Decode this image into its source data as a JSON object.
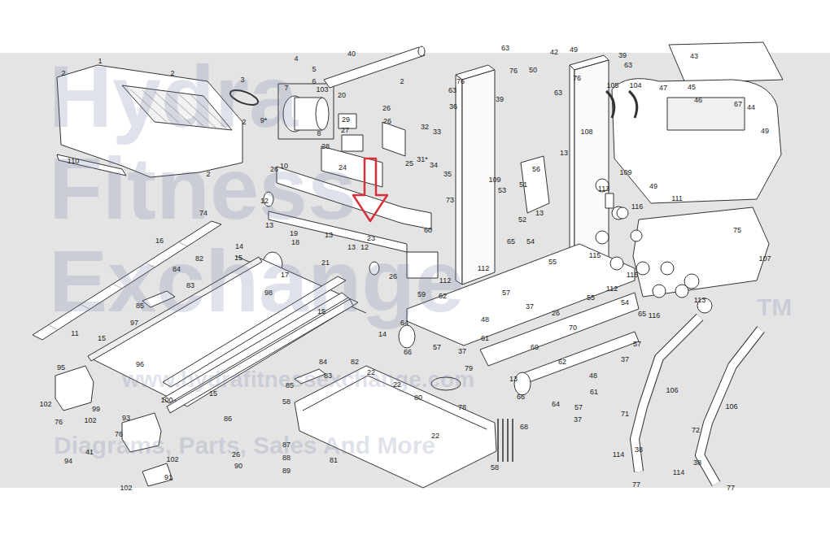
{
  "diagram": {
    "labels": [
      "1",
      "2",
      "2",
      "2",
      "2",
      "110",
      "3",
      "4",
      "5",
      "6",
      "103",
      "7",
      "8",
      "9*",
      "40",
      "2",
      "20",
      "26",
      "29",
      "26",
      "27",
      "28",
      "32",
      "33",
      "31*",
      "34",
      "35",
      "63",
      "76",
      "36",
      "39",
      "63",
      "76",
      "50",
      "42",
      "49",
      "76",
      "63",
      "39",
      "63",
      "25",
      "24",
      "23",
      "12",
      "10",
      "26",
      "12",
      "13",
      "19",
      "18",
      "13",
      "13",
      "60",
      "21",
      "26",
      "59",
      "14",
      "15",
      "17",
      "16",
      "74",
      "84",
      "82",
      "83",
      "85",
      "98",
      "15",
      "14",
      "11",
      "97",
      "15",
      "96",
      "15",
      "84",
      "82",
      "83",
      "85",
      "22",
      "22",
      "58",
      "80",
      "79",
      "78",
      "22",
      "81",
      "58",
      "68",
      "100",
      "86",
      "95",
      "102",
      "99",
      "76",
      "102",
      "93",
      "76",
      "102",
      "94",
      "41",
      "91",
      "102",
      "26",
      "90",
      "87",
      "88",
      "89",
      "73",
      "109",
      "53",
      "112",
      "112",
      "62",
      "57",
      "37",
      "65",
      "54",
      "55",
      "64",
      "66",
      "48",
      "57",
      "37",
      "61",
      "69",
      "108",
      "109",
      "56",
      "51",
      "52",
      "13",
      "13",
      "112",
      "55",
      "26",
      "70",
      "62",
      "13",
      "66",
      "48",
      "61",
      "64",
      "57",
      "37",
      "57",
      "37",
      "43",
      "45",
      "47",
      "46",
      "67",
      "44",
      "49",
      "105",
      "104",
      "113",
      "116",
      "115",
      "115",
      "116",
      "113",
      "107",
      "75",
      "49",
      "111",
      "65",
      "54",
      "106",
      "106",
      "71",
      "72",
      "114",
      "38",
      "77",
      "114",
      "38",
      "77",
      "Hydra Fitness Exchange",
      "TM",
      "www.hydrafitnessexchange.com",
      "Diagrams, Parts, Sales And More"
    ]
  }
}
